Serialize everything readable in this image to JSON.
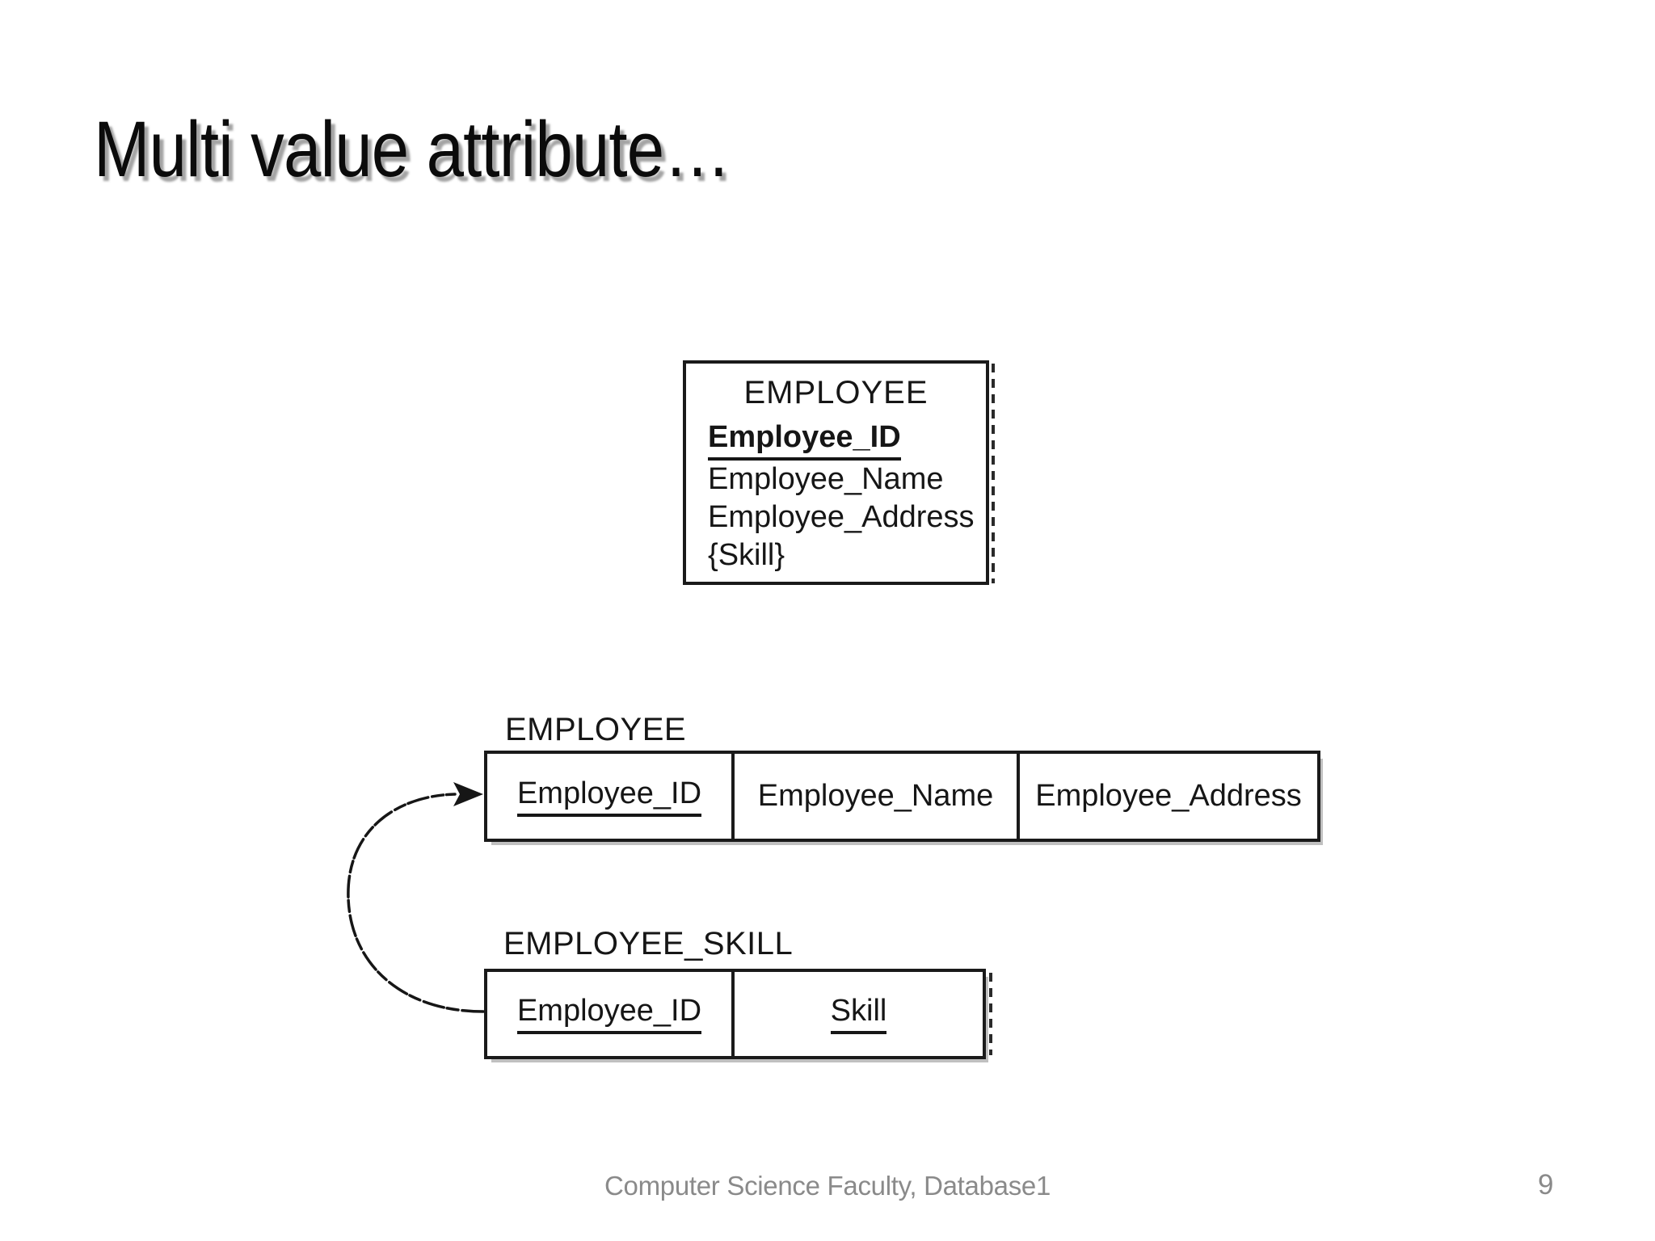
{
  "title": "Multi value attribute…",
  "colors": {
    "ink": "#161616",
    "footer_gray": "#8a8a8a"
  },
  "entity": {
    "name": "EMPLOYEE",
    "attributes": [
      {
        "label": "Employee_ID",
        "key": true
      },
      {
        "label": "Employee_Name",
        "key": false
      },
      {
        "label": "Employee_Address",
        "key": false
      },
      {
        "label": "{Skill}",
        "key": false
      }
    ]
  },
  "tables": [
    {
      "name": "EMPLOYEE",
      "columns": [
        {
          "label": "Employee_ID",
          "underlined": true
        },
        {
          "label": "Employee_Name",
          "underlined": false
        },
        {
          "label": "Employee_Address",
          "underlined": false
        }
      ]
    },
    {
      "name": "EMPLOYEE_SKILL",
      "columns": [
        {
          "label": "Employee_ID",
          "underlined": true
        },
        {
          "label": "Skill",
          "underlined": true
        }
      ]
    }
  ],
  "arrow": {
    "meaning": "multivalued attribute Skill moved to separate relation linked by Employee_ID"
  },
  "footer": {
    "text": "Computer Science Faculty, Database1",
    "page_number": "9"
  }
}
